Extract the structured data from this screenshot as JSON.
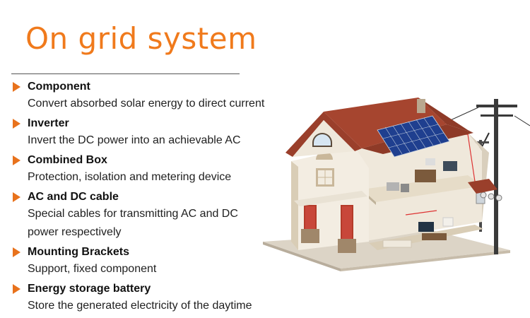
{
  "title": "On grid system",
  "items": [
    {
      "heading": "Component",
      "description": [
        "Convert absorbed solar energy to direct current"
      ]
    },
    {
      "heading": "Inverter",
      "description": [
        "Invert the DC power into an achievable AC"
      ]
    },
    {
      "heading": "Combined Box",
      "description": [
        "Protection, isolation and metering device"
      ]
    },
    {
      "heading": "AC and DC cable",
      "description": [
        "Special cables for transmitting AC and DC",
        "power respectively"
      ]
    },
    {
      "heading": "Mounting Brackets",
      "description": [
        "Support, fixed component"
      ]
    },
    {
      "heading": "Energy storage battery",
      "description": [
        "Store the generated electricity of the daytime"
      ]
    }
  ],
  "colors": {
    "accent": "#f07a1c",
    "bullet": "#e8721c"
  },
  "illustration": "solar-house-cutaway-icon"
}
